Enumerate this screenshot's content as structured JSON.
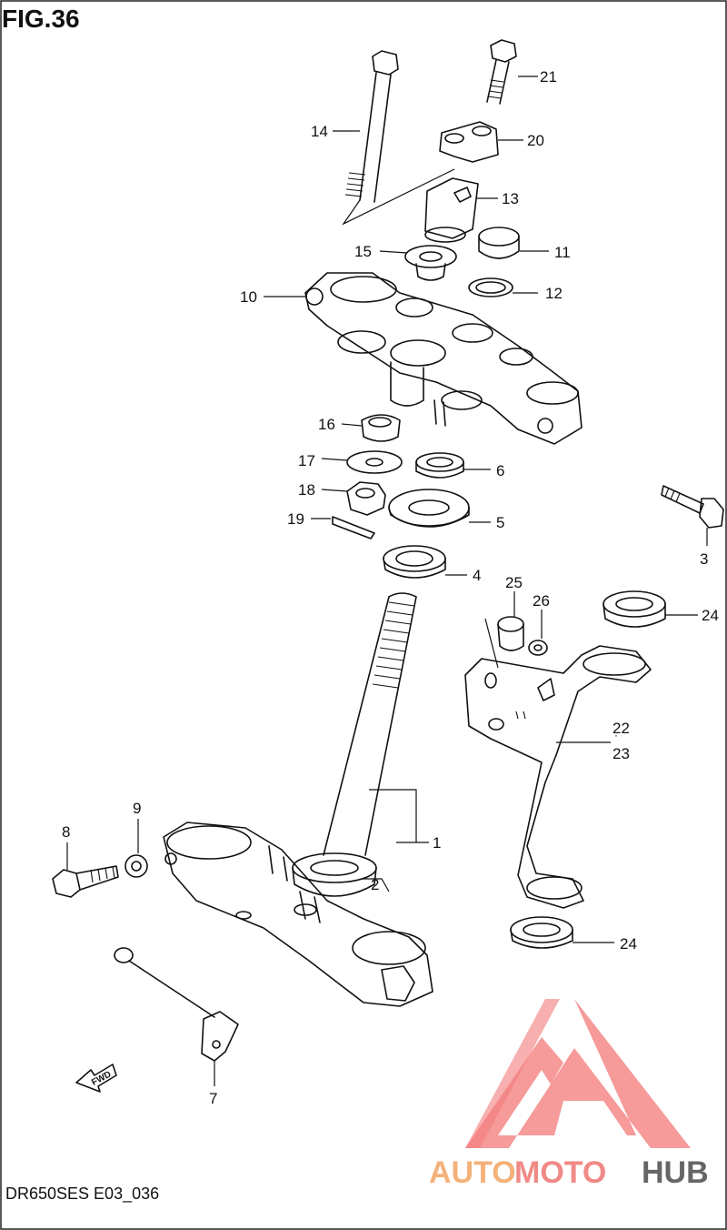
{
  "figure": {
    "title": "FIG.36",
    "code": "DR650SES E03_036",
    "fwd_label": "FWD"
  },
  "callouts": [
    "21",
    "20",
    "14",
    "13",
    "11",
    "15",
    "12",
    "10",
    "16",
    "17",
    "6",
    "18",
    "5",
    "19",
    "3",
    "4",
    "25",
    "26",
    "24",
    "22",
    "23",
    "1",
    "9",
    "8",
    "2",
    "24",
    "7"
  ],
  "watermark": {
    "part1": "AUTO",
    "part2": "MOTO",
    "part3": "HUB",
    "colors": {
      "auto": "#f4b27a",
      "moto": "#f08a86",
      "hub": "#666666",
      "logo": "#f26b6b"
    }
  }
}
